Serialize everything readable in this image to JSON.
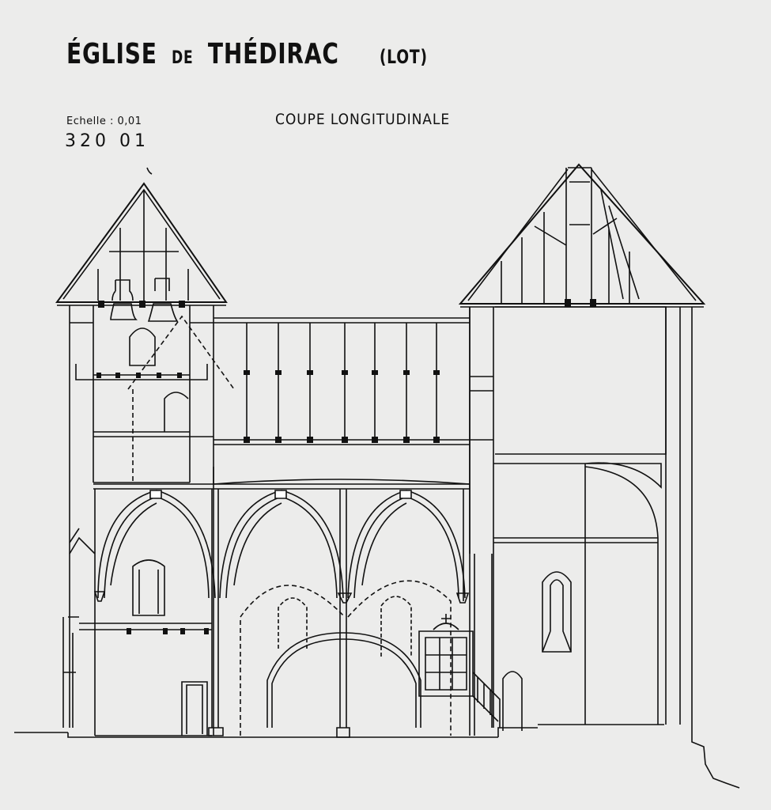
{
  "title": {
    "part1": "ÉGLISE",
    "part2": "DE",
    "part3": "THÉDIRAC",
    "part4": "(LOT)"
  },
  "subtitle": "COUPE LONGITUDINALE",
  "scale": "Echelle : 0,01",
  "reference": "320 01",
  "colors": {
    "paper": "#ececeb",
    "ink": "#111111"
  }
}
